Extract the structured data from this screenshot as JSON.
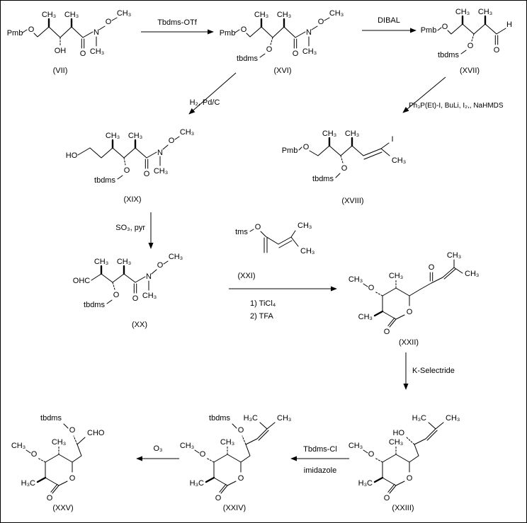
{
  "colors": {
    "background": "#ffffff",
    "line": "#000000",
    "text": "#000000"
  },
  "reagents": {
    "tbdms_otf": "Tbdms-OTf",
    "dibal": "DIBAL",
    "h2_pdc": "H₂, Pd/C",
    "wittig": "Ph₃P(Et)-I, BuLi, I₂,, NaHMDS",
    "so3_pyr": "SO₃, pyr",
    "ticl4": "1) TiCl₄",
    "tfa": "2) TFA",
    "k_selectride": "K-Selectride",
    "tbdms_cl": "Tbdms-Cl",
    "imidazole": "imidazole",
    "o3": "O₃"
  },
  "compounds": {
    "vii": {
      "label": "(VII)",
      "pmb": "Pmb",
      "o1": "O",
      "me1": "CH₃",
      "me2": "CH₃",
      "oh": "OH",
      "carbonyl_o": "O",
      "n": "N",
      "n_me": "CH₃",
      "no_o": "O",
      "o_me": "CH₃"
    },
    "xvi": {
      "label": "(XVI)",
      "pmb": "Pmb",
      "o1": "O",
      "me1": "CH₃",
      "me2": "CH₃",
      "otbdms_o": "O",
      "tbdms": "tbdms",
      "carbonyl_o": "O",
      "n": "N",
      "n_me": "CH₃",
      "no_o": "O",
      "o_me": "CH₃"
    },
    "xvii": {
      "label": "(XVII)",
      "pmb": "Pmb",
      "o1": "O",
      "me1": "CH₃",
      "me2": "CH₃",
      "otbdms_o": "O",
      "tbdms": "tbdms",
      "aldehyde_o": "O",
      "aldehyde_h": "H"
    },
    "xviii": {
      "label": "(XVIII)",
      "pmb": "Pmb",
      "o1": "O",
      "me1": "CH₃",
      "me2": "CH₃",
      "otbdms_o": "O",
      "tbdms": "tbdms",
      "iodide": "I",
      "vinyl_me": "CH₃"
    },
    "xix": {
      "label": "(XIX)",
      "ho": "HO",
      "me1": "CH₃",
      "me2": "CH₃",
      "otbdms_o": "O",
      "tbdms": "tbdms",
      "carbonyl_o": "O",
      "n": "N",
      "n_me": "CH₃",
      "no_o": "O",
      "o_me": "CH₃"
    },
    "xx": {
      "label": "(XX)",
      "ohc": "OHC",
      "me1": "CH₃",
      "me2": "CH₃",
      "otbdms_o": "O",
      "tbdms": "tbdms",
      "carbonyl_o": "O",
      "n": "N",
      "n_me": "CH₃",
      "no_o": "O",
      "o_me": "CH₃"
    },
    "xxi": {
      "label": "(XXI)",
      "tms": "tms",
      "o1": "O",
      "me1": "CH₃",
      "me2": "CH₃"
    },
    "xxii": {
      "label": "(XXII)",
      "ring_me": "CH₃",
      "ome_o": "O",
      "ome_me": "CH₃",
      "alpha_me": "CH₃",
      "ring_o": "O",
      "lactone_o": "O",
      "ketone_o": "O",
      "me_a": "CH₃",
      "me_b": "CH₃"
    },
    "xxiii": {
      "label": "(XXIII)",
      "ho": "HO",
      "ring_me": "CH₃",
      "ome_o": "O",
      "ome_me": "CH₃",
      "alpha_me": "H₃C",
      "ring_o": "O",
      "lactone_o": "O",
      "me_a": "H₃C",
      "me_b": "CH₃"
    },
    "xxiv": {
      "label": "(XXIV)",
      "tbdms": "tbdms",
      "otbdms_o": "O",
      "ring_me": "CH₃",
      "ome_o": "O",
      "ome_me": "CH₃",
      "alpha_me": "H₃C",
      "ring_o": "O",
      "lactone_o": "O",
      "me_a": "H₃C",
      "me_b": "CH₃"
    },
    "xxv": {
      "label": "(XXV)",
      "tbdms": "tbdms",
      "otbdms_o": "O",
      "cho": "CHO",
      "ring_me": "CH₃",
      "ome_o": "O",
      "ome_me": "CH₃",
      "alpha_me": "H₃C",
      "ring_o": "O",
      "lactone_o": "O"
    }
  }
}
